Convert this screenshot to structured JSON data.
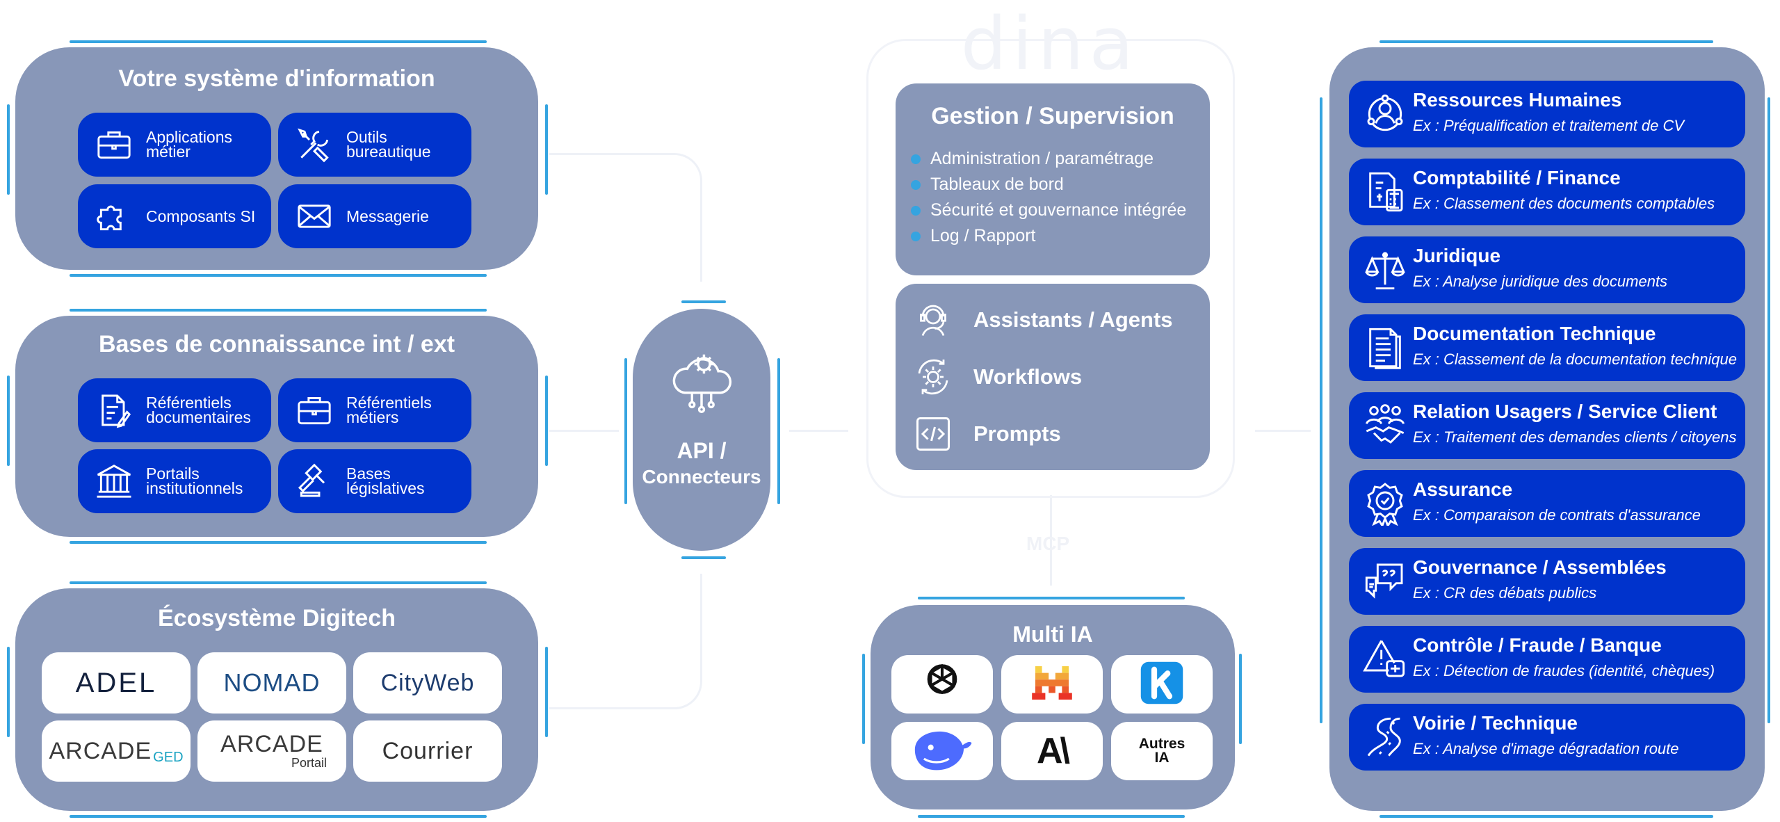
{
  "brand": {
    "title": "dina"
  },
  "left": {
    "si": {
      "title": "Votre système d'information",
      "tiles": [
        {
          "label": "Applications\nmétier",
          "icon": "briefcase-icon"
        },
        {
          "label": "Outils\nbureautique",
          "icon": "tools-icon"
        },
        {
          "label": "Composants SI",
          "icon": "puzzle-icon"
        },
        {
          "label": "Messagerie",
          "icon": "envelope-icon"
        }
      ]
    },
    "kb": {
      "title": "Bases de connaissance int / ext",
      "tiles": [
        {
          "label": "Référentiels\ndocumentaires",
          "icon": "document-edit-icon"
        },
        {
          "label": "Référentiels\nmétiers",
          "icon": "briefcase-icon"
        },
        {
          "label": "Portails\ninstitutionnels",
          "icon": "institution-icon"
        },
        {
          "label": "Bases\nlégislatives",
          "icon": "gavel-icon"
        }
      ]
    },
    "eco": {
      "title": "Écosystème Digitech",
      "logos": [
        {
          "main": "ADEL",
          "sub": ""
        },
        {
          "main": "NOMAD",
          "sub": ""
        },
        {
          "main": "CityWeb",
          "sub": ""
        },
        {
          "main": "ARCADE",
          "sub": "GED"
        },
        {
          "main": "ARCADE",
          "sub": "Portail"
        },
        {
          "main": "Courrier",
          "sub": ""
        }
      ]
    }
  },
  "api": {
    "title": "API /",
    "subtitle": "Connecteurs",
    "icon": "cloud-gear-icon"
  },
  "center": {
    "gestion": {
      "title": "Gestion / Supervision",
      "items": [
        "Administration / paramétrage",
        "Tableaux de bord",
        "Sécurité et gouvernance intégrée",
        "Log / Rapport"
      ]
    },
    "agents": [
      {
        "label": "Assistants / Agents",
        "icon": "headset-agent-icon"
      },
      {
        "label": "Workflows",
        "icon": "workflow-gear-icon"
      },
      {
        "label": "Prompts",
        "icon": "code-icon"
      }
    ],
    "mcp_label": "MCP",
    "multi": {
      "title": "Multi IA",
      "tiles": [
        {
          "icon": "openai-logo-icon",
          "label": ""
        },
        {
          "icon": "mistral-logo-icon",
          "label": ""
        },
        {
          "icon": "kyutai-logo-icon",
          "label": ""
        },
        {
          "icon": "deepseek-logo-icon",
          "label": ""
        },
        {
          "icon": "anthropic-logo-icon",
          "label": ""
        },
        {
          "icon": "other-ai-icon",
          "label": "Autres\nIA"
        }
      ]
    }
  },
  "domains": [
    {
      "title": "Ressources Humaines",
      "example": "Ex : Préqualification et traitement de CV",
      "icon": "people-network-icon"
    },
    {
      "title": "Comptabilité / Finance",
      "example": "Ex : Classement des documents comptables",
      "icon": "invoice-calculator-icon"
    },
    {
      "title": "Juridique",
      "example": "Ex : Analyse juridique des documents",
      "icon": "scales-icon"
    },
    {
      "title": "Documentation Technique",
      "example": "Ex : Classement de la documentation technique",
      "icon": "documents-icon"
    },
    {
      "title": "Relation Usagers / Service Client",
      "example": "Ex : Traitement des demandes clients / citoyens",
      "icon": "handshake-icon"
    },
    {
      "title": "Assurance",
      "example": "Ex : Comparaison de contrats d'assurance",
      "icon": "badge-check-icon"
    },
    {
      "title": "Gouvernance / Assemblées",
      "example": "Ex : CR des débats publics",
      "icon": "speech-bubbles-icon"
    },
    {
      "title": "Contrôle / Fraude / Banque",
      "example": "Ex : Détection de fraudes (identité, chèques)",
      "icon": "fraud-alert-icon"
    },
    {
      "title": "Voirie / Technique",
      "example": "Ex : Analyse d'image dégradation route",
      "icon": "road-icon"
    }
  ],
  "colors": {
    "panel": "#8897b8",
    "tile": "#0033cc",
    "accent": "#35a4e0"
  }
}
